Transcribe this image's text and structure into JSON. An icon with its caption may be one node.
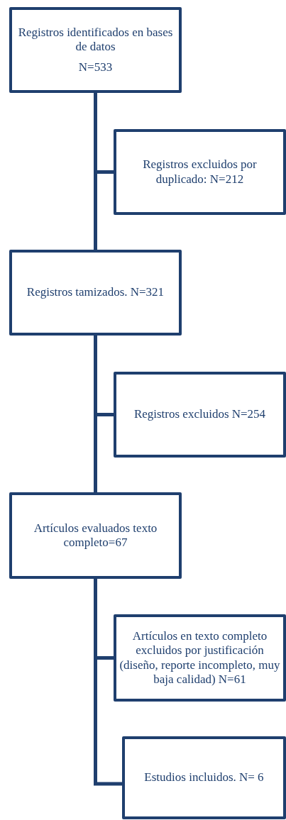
{
  "diagram": {
    "nodes": [
      {
        "text": [
          "Registros identificados en bases de datos",
          "N=533"
        ]
      },
      {
        "text": [
          "Registros excluidos por duplicado: N=212"
        ]
      },
      {
        "text": [
          "Registros tamizados. N=321"
        ]
      },
      {
        "text": [
          "Registros excluidos N=254"
        ]
      },
      {
        "text": [
          "Artículos evaluados texto completo=67"
        ]
      },
      {
        "text": [
          "Artículos en texto completo excluidos por justificación (diseño, reporte incompleto, muy baja calidad) N=61"
        ]
      },
      {
        "text": [
          "Estudios incluidos. N= 6"
        ]
      }
    ],
    "edges": [
      {
        "from": 0,
        "to": 2,
        "arrow": "none"
      },
      {
        "from": 0,
        "to": 1,
        "arrow": "none"
      },
      {
        "from": 2,
        "to": 4,
        "arrow": "none"
      },
      {
        "from": 2,
        "to": 3,
        "arrow": "none"
      },
      {
        "from": 4,
        "to": 5,
        "arrow": "none"
      },
      {
        "from": 4,
        "to": 6,
        "arrow": "none"
      }
    ]
  }
}
